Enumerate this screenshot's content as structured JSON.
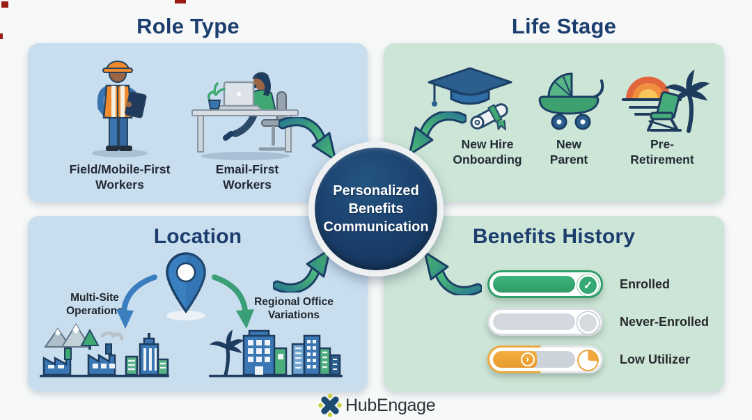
{
  "center": {
    "label": "Personalized\nBenefits\nCommunication"
  },
  "quadrants": {
    "role_type": {
      "title": "Role Type",
      "items": [
        {
          "label": "Field/Mobile-First\nWorkers",
          "icon": "construction-worker-icon"
        },
        {
          "label": "Email-First\nWorkers",
          "icon": "desk-worker-laptop-icon"
        }
      ]
    },
    "life_stage": {
      "title": "Life Stage",
      "items": [
        {
          "label": "New Hire\nOnboarding",
          "icon": "graduation-cap-diploma-icon"
        },
        {
          "label": "New\nParent",
          "icon": "baby-pram-icon"
        },
        {
          "label": "Pre-\nRetirement",
          "icon": "beach-sunset-palm-icon"
        }
      ]
    },
    "location": {
      "title": "Location",
      "pin_icon": "map-pin-icon",
      "items": [
        {
          "label": "Multi-Site\nOperations",
          "icon": "industrial-sites-icon"
        },
        {
          "label": "Regional Office\nVariations",
          "icon": "regional-offices-icon"
        }
      ]
    },
    "benefits_history": {
      "title": "Benefits History",
      "items": [
        {
          "label": "Enrolled",
          "state": "filled-green-with-check"
        },
        {
          "label": "Never-Enrolled",
          "state": "empty-gray"
        },
        {
          "label": "Low Utilizer",
          "state": "partial-orange-with-pie"
        }
      ]
    }
  },
  "icons": {
    "check": "✓",
    "chevron": "›"
  },
  "footer": {
    "brand": "HubEngage"
  },
  "colors": {
    "title_navy": "#1c3e6e",
    "panel_blue": "#c8ddee",
    "panel_green": "#cde5d6",
    "center_circle_navy": "#16355b",
    "arrow_green": "#45b27a",
    "arrow_outline_navy": "#1c3f66",
    "enrolled_green": "#35a873",
    "low_utilizer_orange": "#f0a73e",
    "neutral_gray": "#d3d9df",
    "pin_blue": "#3a7fc0"
  }
}
